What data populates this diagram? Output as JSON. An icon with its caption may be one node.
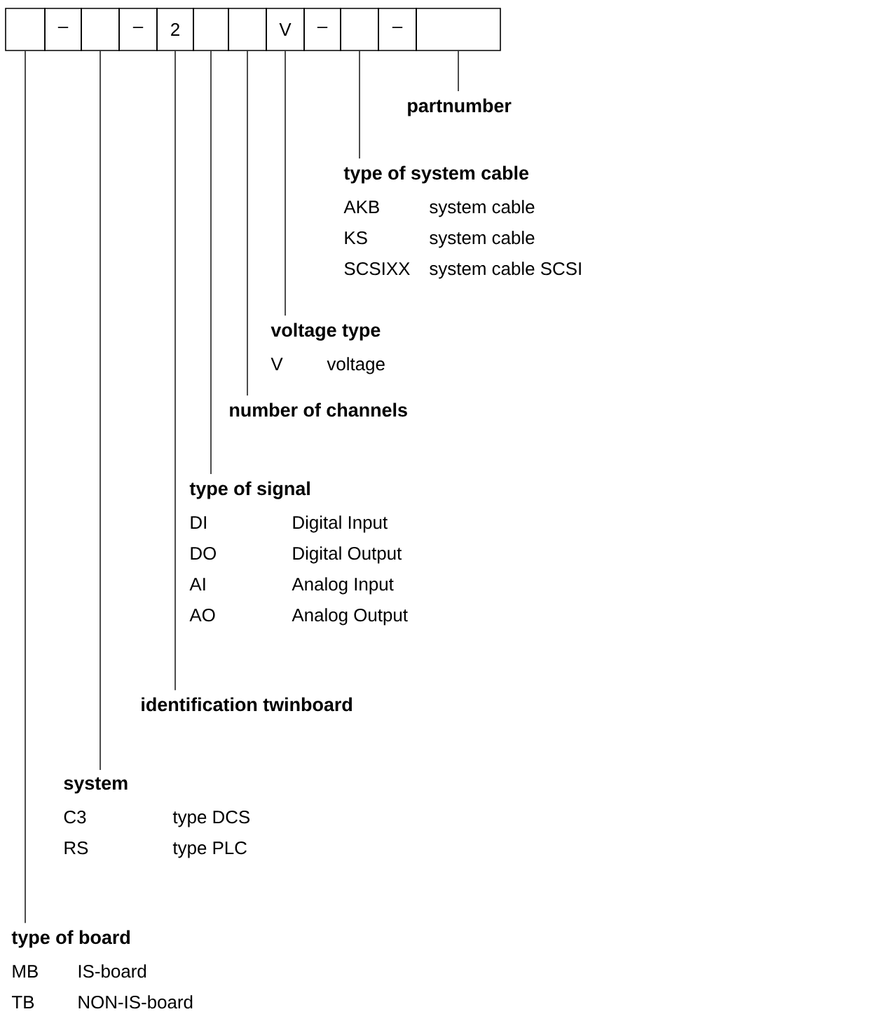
{
  "diagram": {
    "nodes": [
      {
        "text": [],
        "shape": "box"
      },
      {
        "text": [
          "–"
        ]
      },
      {
        "text": [],
        "shape": "box"
      },
      {
        "text": [
          "–"
        ]
      },
      {
        "text": [
          "2"
        ]
      },
      {
        "text": [],
        "shape": "box"
      },
      {
        "text": [],
        "shape": "box"
      },
      {
        "text": [
          "V"
        ]
      },
      {
        "text": [
          "–"
        ]
      },
      {
        "text": [],
        "shape": "box"
      },
      {
        "text": [
          "–"
        ]
      },
      {
        "text": [],
        "shape": "box"
      },
      {
        "text": [
          "partnumber"
        ]
      },
      {
        "text": [
          "type of system cable"
        ]
      },
      {
        "text": [
          "voltage type"
        ]
      },
      {
        "text": [
          "number of channels"
        ]
      },
      {
        "text": [
          "type of signal"
        ]
      },
      {
        "text": [
          "identification twinboard"
        ]
      },
      {
        "text": [
          "system"
        ]
      },
      {
        "text": [
          "type of board"
        ]
      }
    ],
    "edges": [
      {
        "from": 11,
        "to": 12,
        "arrow": "none"
      },
      {
        "from": 9,
        "to": 13,
        "arrow": "none"
      },
      {
        "from": 7,
        "to": 14,
        "arrow": "none"
      },
      {
        "from": 6,
        "to": 15,
        "arrow": "none"
      },
      {
        "from": 5,
        "to": 16,
        "arrow": "none"
      },
      {
        "from": 4,
        "to": 17,
        "arrow": "none"
      },
      {
        "from": 2,
        "to": 18,
        "arrow": "none"
      },
      {
        "from": 0,
        "to": 19,
        "arrow": "none"
      }
    ],
    "labels": [
      "AKB",
      "system cable",
      "KS",
      "system cable",
      "SCSIXX",
      "system cable SCSI",
      "V",
      "voltage",
      "DI",
      "Digital Input",
      "DO",
      "Digital Output",
      "AI",
      "Analog Input",
      "AO",
      "Analog Output",
      "C3",
      "type DCS",
      "RS",
      "type PLC",
      "MB",
      "IS-board",
      "TB",
      "NON-IS-board"
    ]
  }
}
